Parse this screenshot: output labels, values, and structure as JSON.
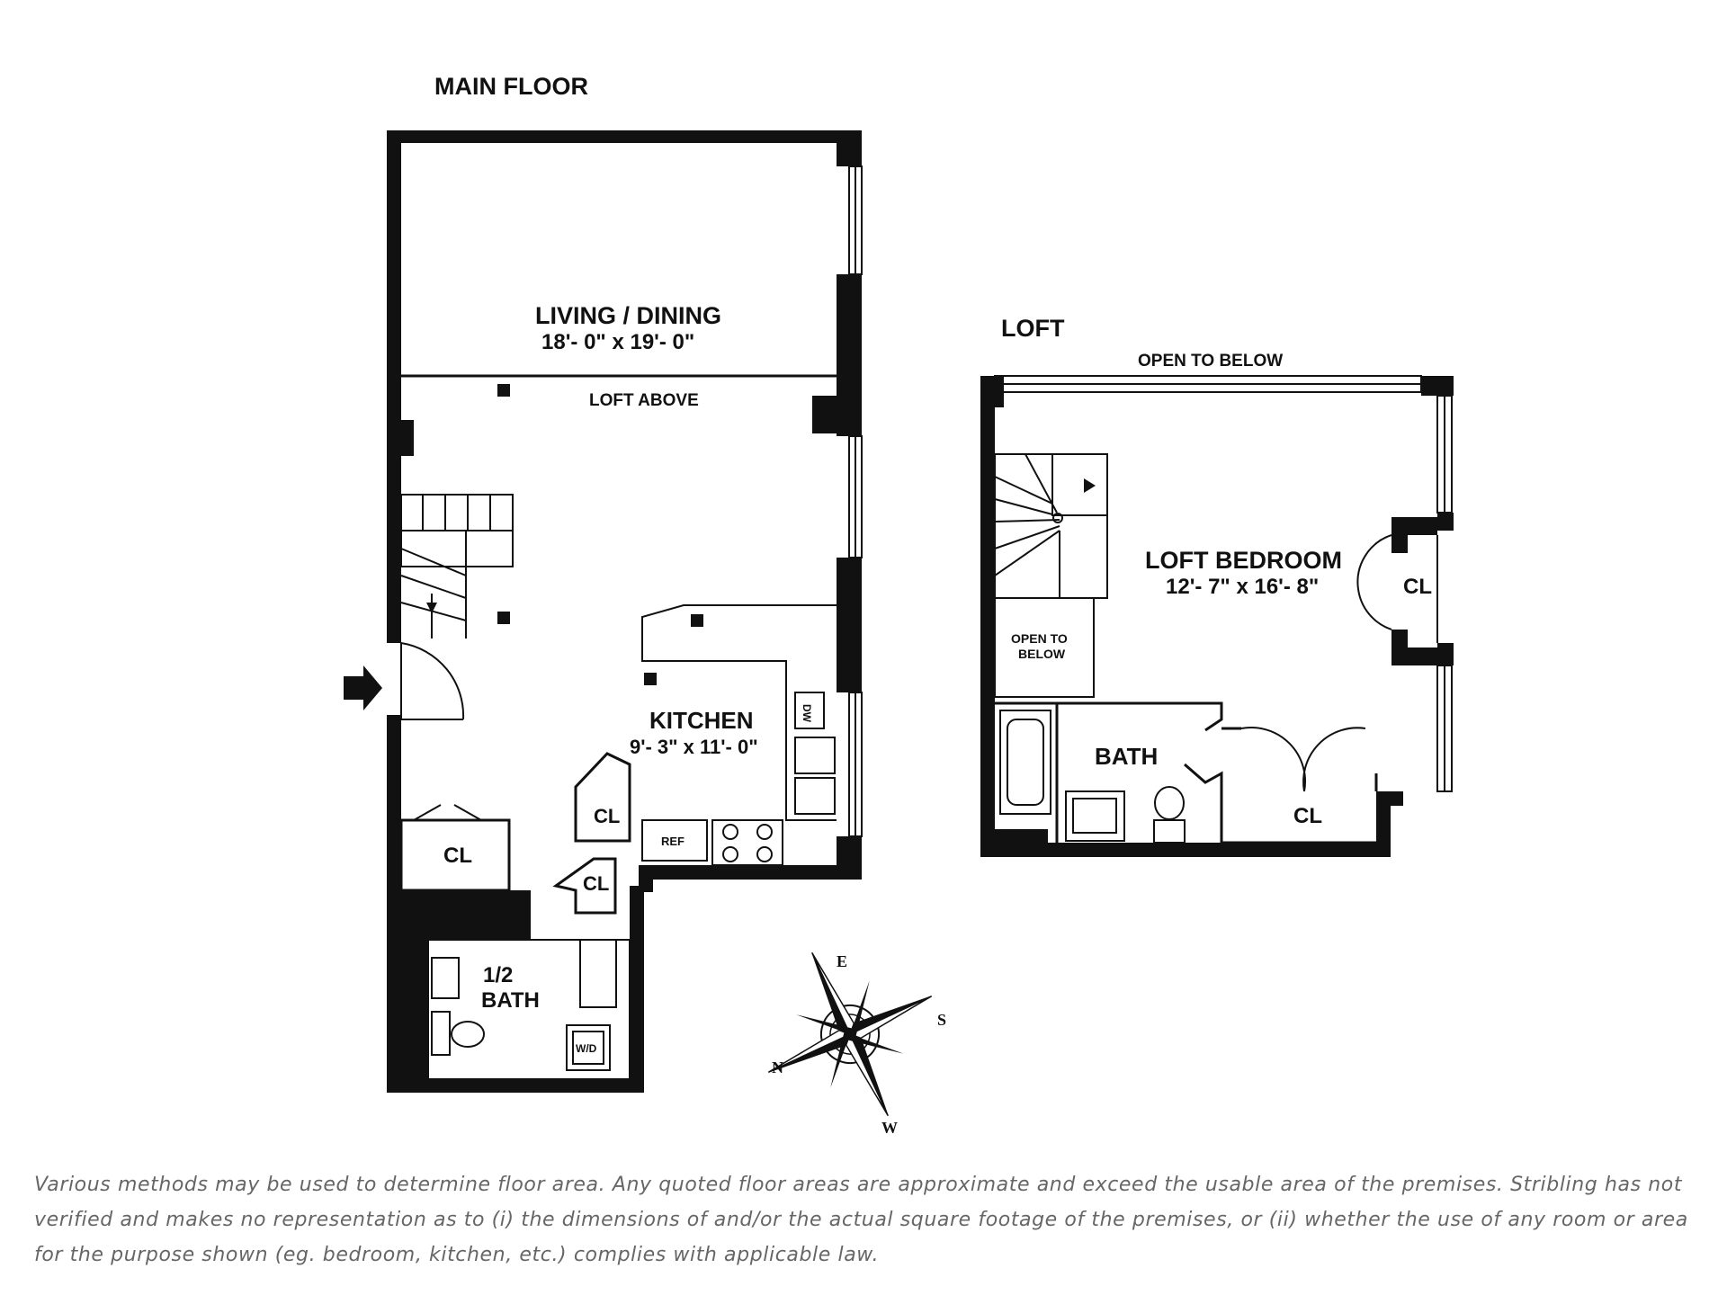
{
  "main_floor": {
    "title": "MAIN FLOOR",
    "living_dining": {
      "name": "LIVING / DINING",
      "dims": "18'- 0\" x 19'- 0\""
    },
    "loft_above": "LOFT ABOVE",
    "kitchen": {
      "name": "KITCHEN",
      "dims": "9'- 3\" x 11'- 0\""
    },
    "closet_label": "CL",
    "half_bath": {
      "line1": "1/2",
      "line2": "BATH"
    },
    "appliances": {
      "dishwasher": "DW",
      "refrigerator": "REF",
      "washer_dryer": "W/D"
    }
  },
  "loft": {
    "title": "LOFT",
    "open_to_below_top": "OPEN TO BELOW",
    "open_to_below_box": {
      "line1": "OPEN TO",
      "line2": "BELOW"
    },
    "bedroom": {
      "name": "LOFT BEDROOM",
      "dims": "12'- 7\" x 16'- 8\""
    },
    "bath": "BATH",
    "closet_label": "CL"
  },
  "compass": {
    "north": "N",
    "east": "E",
    "south": "S",
    "west": "W"
  },
  "disclaimer": "Various methods may be used to determine floor area. Any quoted floor areas are approximate and exceed the usable area of the premises. Stribling has not verified and makes no representation as to (i) the dimensions of and/or the actual square footage of the premises, or (ii) whether the use of any room or area for the purpose shown (eg. bedroom, kitchen, etc.) complies with applicable law."
}
